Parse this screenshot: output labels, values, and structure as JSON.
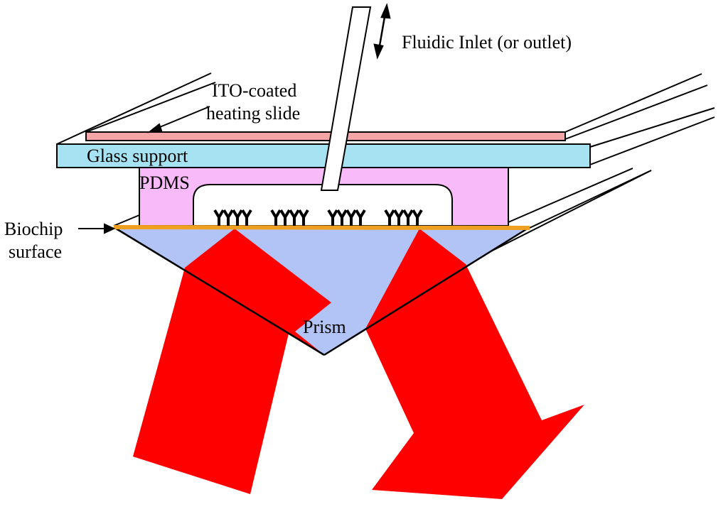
{
  "labels": {
    "fluidic": "Fluidic Inlet (or outlet)",
    "ito_line1": "ITO-coated",
    "ito_line2": "heating slide",
    "glass": "Glass support",
    "pdms": "PDMS",
    "biochip_line1": "Biochip",
    "biochip_line2": "surface",
    "prism": "Prism"
  },
  "colors": {
    "ito_slide": "#f4a6a6",
    "glass": "#a6e2f2",
    "pdms": "#f8baf8",
    "prism": "#b2c4f6",
    "biochip": "#f0a020",
    "beam": "#ff0000"
  },
  "antibody_count": 16
}
